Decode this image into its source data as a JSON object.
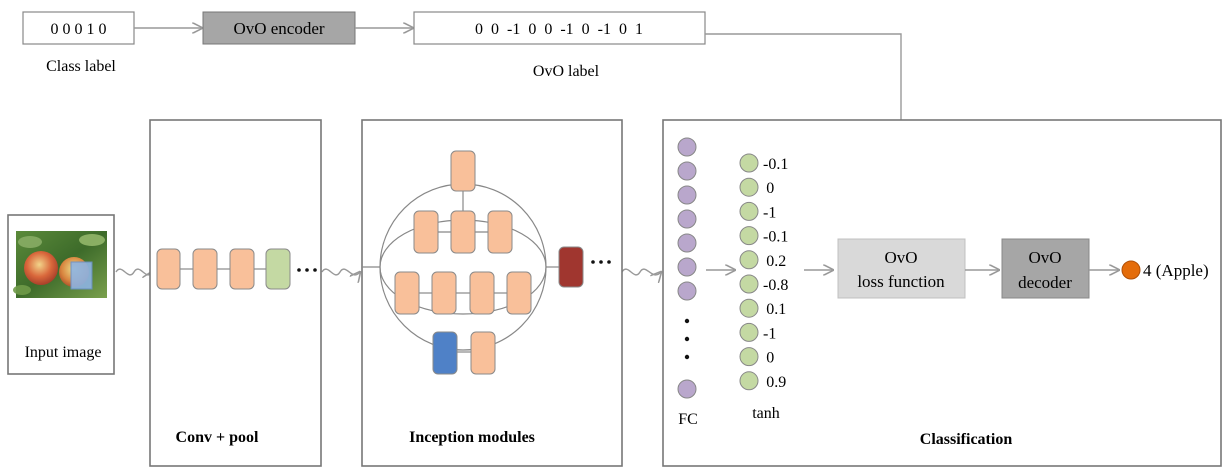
{
  "top": {
    "class_label_value": "0 0 0 1 0",
    "class_label_caption": "Class label",
    "encoder": "OvO encoder",
    "ovo_label_value": "0  0  -1  0  0  -1  0  -1  0  1",
    "ovo_label_caption": "OvO label"
  },
  "input": {
    "caption": "Input image"
  },
  "panels": {
    "conv_title": "Conv + pool",
    "inception_title": "Inception modules",
    "classification_title": "Classification"
  },
  "classification": {
    "fc_label": "FC",
    "tanh_label": "tanh",
    "tanh_values": [
      "-0.1",
      "0",
      "-1",
      "-0.1",
      "0.2",
      "-0.8",
      "0.1",
      "-1",
      "0",
      "0.9"
    ],
    "loss_line1": "OvO",
    "loss_line2": "loss function",
    "decoder_line1": "OvO",
    "decoder_line2": "decoder",
    "output": "4 (Apple)"
  },
  "colors": {
    "orange_block": "#f9c09a",
    "green_block": "#c4d9a3",
    "dark_red_block": "#a0362f",
    "blue_block": "#4f81c7",
    "purple_neuron": "#b9a7cc",
    "green_neuron": "#c4d9a3",
    "output_node": "#e46c0a",
    "encoder_fill": "#a6a6a6",
    "loss_fill": "#d9d9d9",
    "decoder_fill": "#a6a6a6"
  }
}
